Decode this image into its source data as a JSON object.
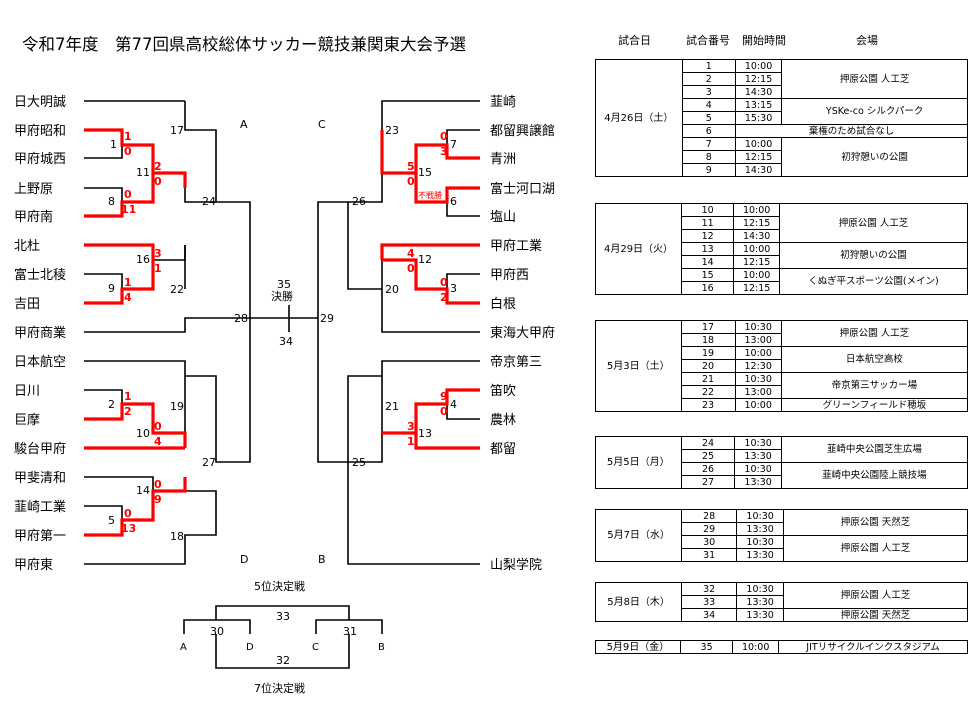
{
  "title": "令和7年度　第77回県高校総体サッカー競技兼関東大会予選",
  "left_teams": [
    "日大明誠",
    "甲府昭和",
    "甲府城西",
    "上野原",
    "甲府南",
    "北杜",
    "富士北稜",
    "吉田",
    "甲府商業",
    "日本航空",
    "日川",
    "巨摩",
    "駿台甲府",
    "甲斐清和",
    "韮崎工業",
    "甲府第一",
    "甲府東"
  ],
  "right_teams": [
    "韮崎",
    "都留興譲館",
    "青洲",
    "富士河口湖",
    "塩山",
    "甲府工業",
    "甲府西",
    "白根",
    "東海大甲府",
    "帝京第三",
    "笛吹",
    "農林",
    "都留",
    "山梨学院"
  ],
  "game_numbers": [
    "1",
    "2",
    "3",
    "4",
    "5",
    "6",
    "7",
    "8",
    "9",
    "10",
    "11",
    "12",
    "13",
    "14",
    "15",
    "16",
    "17",
    "18",
    "19",
    "20",
    "21",
    "22",
    "23",
    "24",
    "25",
    "26",
    "27",
    "28",
    "29",
    "30",
    "31",
    "32",
    "33",
    "34",
    "35"
  ],
  "scores": {
    "g1": [
      "1",
      "0"
    ],
    "g8": [
      "0",
      "11"
    ],
    "g11": [
      "2",
      "0"
    ],
    "g16": [
      "3",
      "1"
    ],
    "g9": [
      "1",
      "4"
    ],
    "g2": [
      "1",
      "2"
    ],
    "g10": [
      "0",
      "4"
    ],
    "g14": [
      "0",
      "9"
    ],
    "g5": [
      "0",
      "13"
    ],
    "g7": [
      "0",
      "3"
    ],
    "g15": [
      "5",
      "0"
    ],
    "g12": [
      "4",
      "0"
    ],
    "g3": [
      "0",
      "2"
    ],
    "g4": [
      "9",
      "0"
    ],
    "g13": [
      "3",
      "1"
    ]
  },
  "note_fusenpai": "不戦勝",
  "block_labels": [
    "A",
    "B",
    "C",
    "D"
  ],
  "final_label": "35\n決勝",
  "fifth_place_label": "5位決定戦",
  "seventh_place_label": "7位決定戦",
  "schedule_headers": [
    "試合日",
    "試合番号",
    "開始時間",
    "会場"
  ],
  "schedule": [
    {
      "date": "4月26日（土）",
      "rows": [
        {
          "num": "1",
          "time": "10:00"
        },
        {
          "num": "2",
          "time": "12:15"
        },
        {
          "num": "3",
          "time": "14:30"
        },
        {
          "num": "4",
          "time": "13:15"
        },
        {
          "num": "5",
          "time": "15:30"
        },
        {
          "num": "6",
          "time": ""
        },
        {
          "num": "7",
          "time": "10:00"
        },
        {
          "num": "8",
          "time": "12:15"
        },
        {
          "num": "9",
          "time": "14:30"
        }
      ],
      "venues": [
        {
          "rows": 3,
          "name": "押原公園 人工芝"
        },
        {
          "rows": 2,
          "name": "YSKe-co シルクパーク"
        },
        {
          "rows": 1,
          "name": "棄権のため試合なし",
          "wide": true
        },
        {
          "rows": 3,
          "name": "初狩憩いの公園"
        }
      ]
    },
    {
      "date": "4月29日（火）",
      "rows": [
        {
          "num": "10",
          "time": "10:00"
        },
        {
          "num": "11",
          "time": "12:15"
        },
        {
          "num": "12",
          "time": "14:30"
        },
        {
          "num": "13",
          "time": "10:00"
        },
        {
          "num": "14",
          "time": "12:15"
        },
        {
          "num": "15",
          "time": "10:00"
        },
        {
          "num": "16",
          "time": "12:15"
        }
      ],
      "venues": [
        {
          "rows": 3,
          "name": "押原公園 人工芝"
        },
        {
          "rows": 2,
          "name": "初狩憩いの公園"
        },
        {
          "rows": 2,
          "name": "くぬぎ平スポーツ公園(メイン)"
        }
      ]
    },
    {
      "date": "5月3日（土）",
      "rows": [
        {
          "num": "17",
          "time": "10:30"
        },
        {
          "num": "18",
          "time": "13:00"
        },
        {
          "num": "19",
          "time": "10:00"
        },
        {
          "num": "20",
          "time": "12:30"
        },
        {
          "num": "21",
          "time": "10:30"
        },
        {
          "num": "22",
          "time": "13:00"
        },
        {
          "num": "23",
          "time": "10:00"
        }
      ],
      "venues": [
        {
          "rows": 2,
          "name": "押原公園 人工芝"
        },
        {
          "rows": 2,
          "name": "日本航空高校"
        },
        {
          "rows": 2,
          "name": "帝京第三サッカー場"
        },
        {
          "rows": 1,
          "name": "グリーンフィールド穂坂"
        }
      ]
    },
    {
      "date": "5月5日（月）",
      "rows": [
        {
          "num": "24",
          "time": "10:30"
        },
        {
          "num": "25",
          "time": "13:30"
        },
        {
          "num": "26",
          "time": "10:30"
        },
        {
          "num": "27",
          "time": "13:30"
        }
      ],
      "venues": [
        {
          "rows": 2,
          "name": "韮崎中央公園芝生広場"
        },
        {
          "rows": 2,
          "name": "韮崎中央公園陸上競技場"
        }
      ]
    },
    {
      "date": "5月7日（水）",
      "rows": [
        {
          "num": "28",
          "time": "10:30"
        },
        {
          "num": "29",
          "time": "13:30"
        },
        {
          "num": "30",
          "time": "10:30"
        },
        {
          "num": "31",
          "time": "13:30"
        }
      ],
      "venues": [
        {
          "rows": 2,
          "name": "押原公園 天然芝"
        },
        {
          "rows": 2,
          "name": "押原公園 人工芝"
        }
      ]
    },
    {
      "date": "5月8日（木）",
      "rows": [
        {
          "num": "32",
          "time": "10:30"
        },
        {
          "num": "33",
          "time": "13:30"
        },
        {
          "num": "34",
          "time": "13:30"
        }
      ],
      "venues": [
        {
          "rows": 2,
          "name": "押原公園 人工芝"
        },
        {
          "rows": 1,
          "name": "押原公園 天然芝"
        }
      ]
    },
    {
      "date": "5月9日（金）",
      "rows": [
        {
          "num": "35",
          "time": "10:00"
        }
      ],
      "venues": [
        {
          "rows": 1,
          "name": "JITリサイクルインクスタジアム"
        }
      ]
    }
  ]
}
